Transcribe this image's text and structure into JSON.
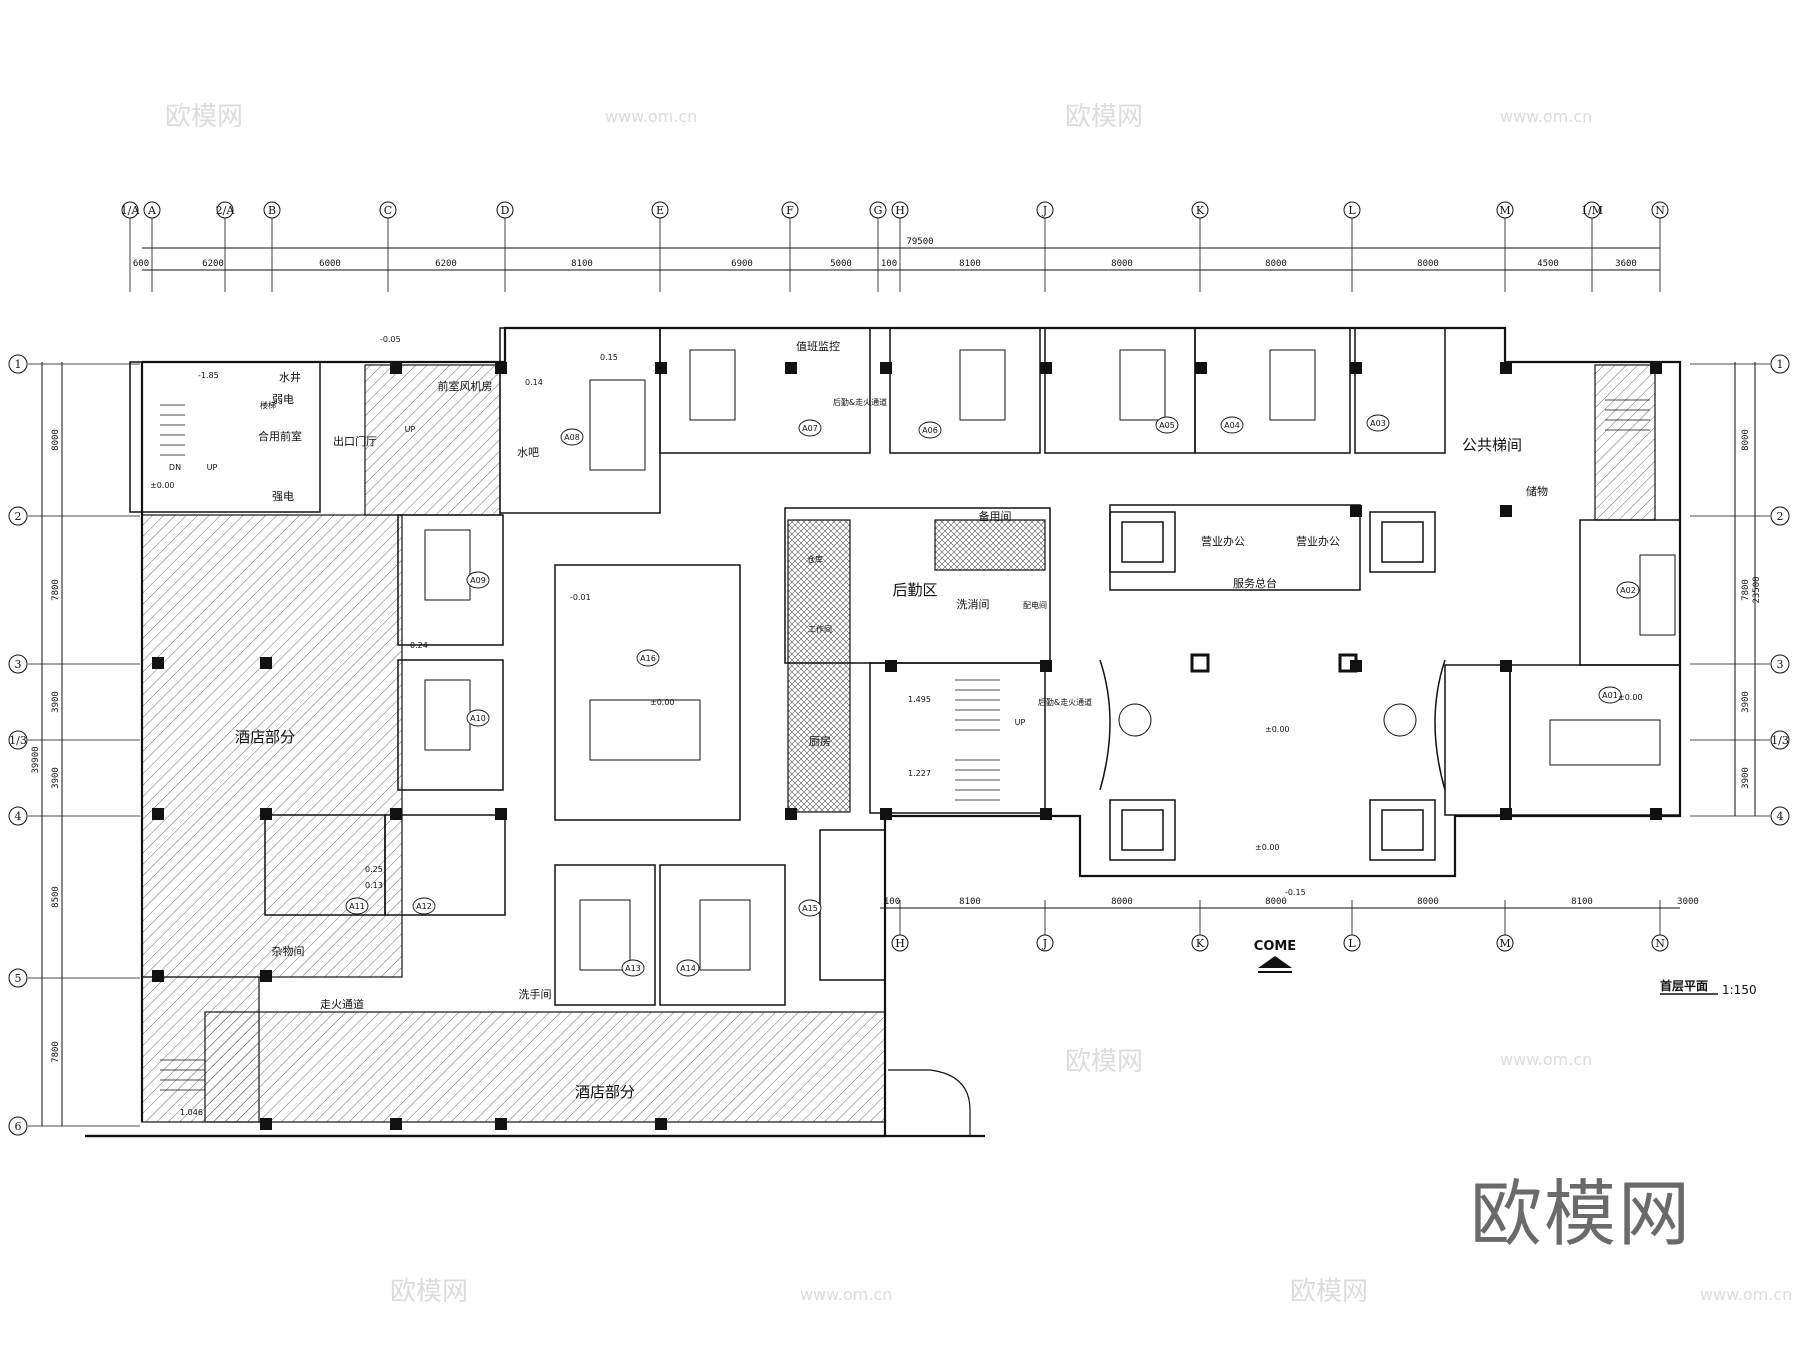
{
  "grid_top": [
    "1/A",
    "A",
    "2/A",
    "B",
    "C",
    "D",
    "E",
    "F",
    "G",
    "H",
    "J",
    "K",
    "L",
    "M",
    "1/M",
    "N"
  ],
  "grid_bottom": [
    "H",
    "J",
    "K",
    "L",
    "M",
    "N"
  ],
  "grid_side": [
    "1",
    "2",
    "3",
    "1/3",
    "4",
    "5",
    "6"
  ],
  "dims_top": [
    "600",
    "6200",
    "6000",
    "6200",
    "8100",
    "6900",
    "5000",
    "100",
    "8100",
    "8000",
    "8000",
    "8000",
    "4500",
    "3600"
  ],
  "dim_total_top": "79500",
  "dims_bottom": [
    "100",
    "8100",
    "8000",
    "8000",
    "8000",
    "8100",
    "3000"
  ],
  "dims_left": [
    "8000",
    "7800",
    "3900",
    "3900",
    "8500",
    "7800"
  ],
  "dim_total_left": "39900",
  "dims_right": [
    "8000",
    "7800",
    "3900",
    "3900"
  ],
  "dim_total_right": "23500",
  "rooms": {
    "hotel_part": "酒店部分",
    "backstage": "后勤区",
    "public_stair": "公共梯间",
    "service_desk": "服务总台",
    "business_office": "营业办公",
    "water_well": "水井",
    "weak_elec": "弱电",
    "strong_elec": "强电",
    "combined_well": "合用前室",
    "exit_hall": "出口门厅",
    "fan_room": "前室风机房",
    "water_bar": "水吧",
    "duty_monitor": "值班监控",
    "back_fire": "后勤&走火通道",
    "storage_room": "备用间",
    "laundry": "洗消间",
    "power_room": "配电间",
    "work_room": "工作间",
    "warehouse": "仓库",
    "kitchen": "厨房",
    "sundries": "杂物间",
    "fire_escape": "走火通道",
    "washroom": "洗手间",
    "storage": "储物",
    "stair_label": "楼梯"
  },
  "unit_tags": [
    "A01",
    "A02",
    "A03",
    "A04",
    "A05",
    "A06",
    "A07",
    "A08",
    "A09",
    "A10",
    "A11",
    "A12",
    "A13",
    "A14",
    "A15",
    "A16"
  ],
  "elevations": {
    "e1": "-1.85",
    "e2": "±0.00",
    "e3": "-0.05",
    "e4": "0.15",
    "e5": "0.14",
    "e6": "-0.01",
    "e7": "0.24",
    "e8": "1.495",
    "e9": "1.227",
    "e10": "-0.15",
    "e11": "0.25",
    "e12": "0.13",
    "e13": "1.046"
  },
  "misc": {
    "up": "UP",
    "dn": "DN"
  },
  "entrance_label": "COME",
  "drawing_title": "首层平面",
  "scale": "1:150",
  "watermark": "欧模网",
  "watermark_url": "www.om.cn"
}
